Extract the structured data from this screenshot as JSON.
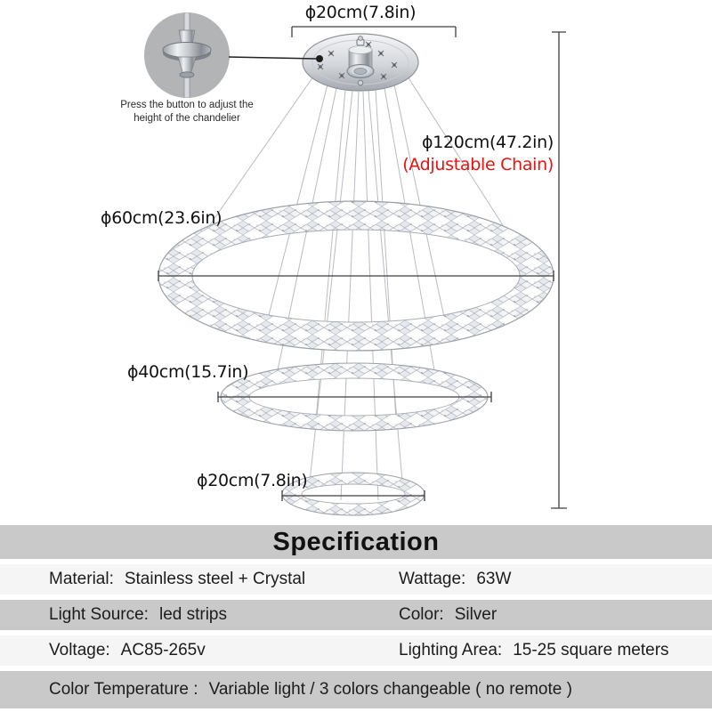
{
  "page": {
    "background": "#ffffff"
  },
  "colors": {
    "note_red": "#e8120f",
    "table_gray": "#c9c9c9",
    "table_light": "#f5f5f6",
    "text": "#1f1f1f"
  },
  "diagram": {
    "canopy_diameter_label": "ϕ20cm(7.8in)",
    "chain_length_label": "ϕ120cm(47.2in)",
    "chain_note": "(Adjustable Chain)",
    "large_ring_label": "ϕ60cm(23.6in)",
    "medium_ring_label": "ϕ40cm(15.7in)",
    "small_ring_label": "ϕ20cm(7.8in)",
    "inset_caption_line1": "Press the button to adjust the",
    "inset_caption_line2": "height of the chandelier"
  },
  "specification": {
    "title": "Specification",
    "rows": [
      {
        "cells": [
          {
            "label": "Material:",
            "value": "Stainless steel + Crystal"
          },
          {
            "label": "Wattage:",
            "value": "63W"
          }
        ]
      },
      {
        "cells": [
          {
            "label": "Light Source:",
            "value": "led strips"
          },
          {
            "label": "Color:",
            "value": "Silver"
          }
        ]
      },
      {
        "cells": [
          {
            "label": "Voltage:",
            "value": "AC85-265v"
          },
          {
            "label": "Lighting Area:",
            "value": "15-25 square meters"
          }
        ]
      },
      {
        "cells": [
          {
            "label": "Color Temperature :",
            "value": "Variable light / 3 colors changeable ( no remote )"
          }
        ]
      }
    ]
  }
}
